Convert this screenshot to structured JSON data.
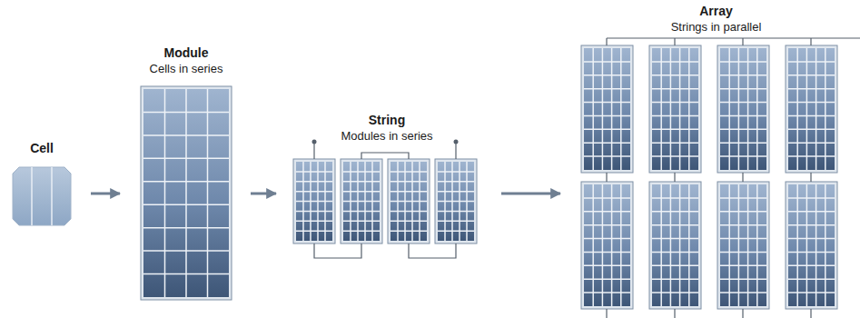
{
  "diagram": {
    "nodes": [
      {
        "text": [
          "Cell"
        ]
      },
      {
        "text": [
          "Module",
          "Cells in series"
        ]
      },
      {
        "text": [
          "String",
          "Modules in series"
        ]
      },
      {
        "text": [
          "Array",
          "Strings in parallel"
        ]
      }
    ],
    "edges": [
      {
        "from": 0,
        "to": 1,
        "arrow": "to"
      },
      {
        "from": 1,
        "to": 2,
        "arrow": "to"
      },
      {
        "from": 2,
        "to": 3,
        "arrow": "to"
      }
    ]
  }
}
